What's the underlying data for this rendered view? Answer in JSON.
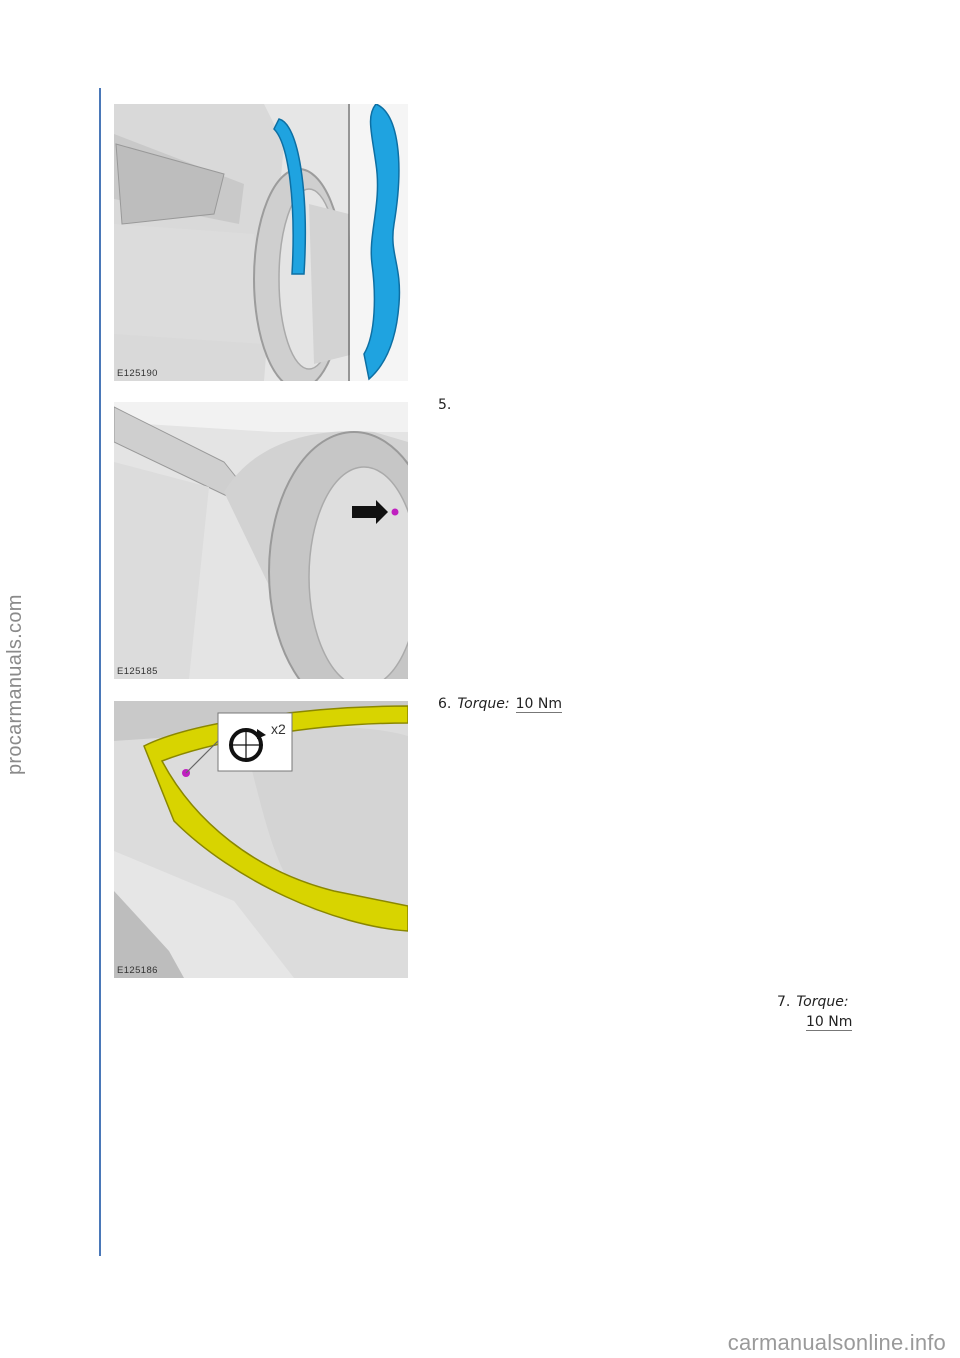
{
  "watermarks": {
    "side": "procarmanuals.com",
    "bottom": "carmanualsonline.info"
  },
  "figures": [
    {
      "code": "E125190"
    },
    {
      "code": "E125185"
    },
    {
      "code": "E125186",
      "callout": "x2"
    }
  ],
  "steps": [
    {
      "number": "5."
    },
    {
      "number": "6.",
      "torque_label": "Torque:",
      "torque_value": "10 Nm"
    },
    {
      "number": "7.",
      "torque_label": "Torque:",
      "torque_value": "10 Nm"
    }
  ],
  "colors": {
    "accent_rule": "#4a78b8",
    "highlight_blue": "#1fa3e0",
    "highlight_yellow": "#d8d400",
    "fastener_magenta": "#c020c0"
  }
}
